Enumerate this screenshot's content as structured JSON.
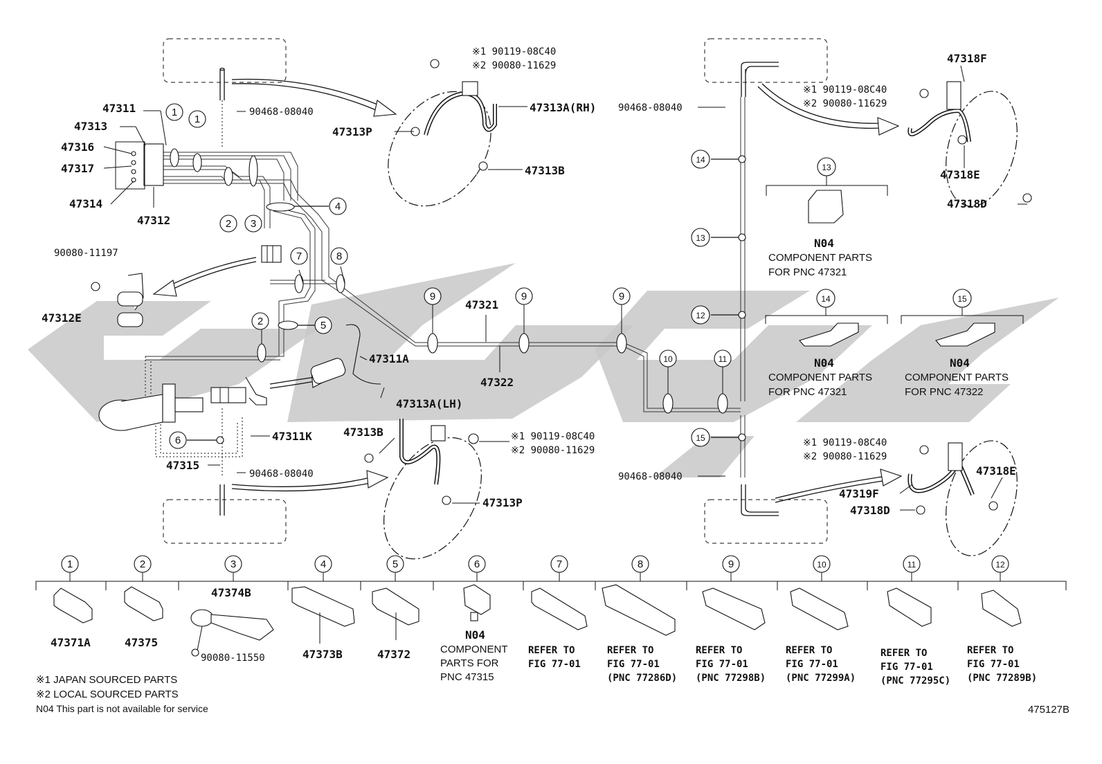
{
  "callouts": {
    "c47311": "47311",
    "c47313": "47313",
    "c47316": "47316",
    "c47317": "47317",
    "c47314": "47314",
    "c47312": "47312",
    "c90080_11197": "90080-11197",
    "c47312E": "47312E",
    "c90468_top_left": "90468-08040",
    "c47313A_RH": "47313A(RH)",
    "c47313P_top": "47313P",
    "c47313B_top": "47313B",
    "c_j1_top": "※1 90119-08C40",
    "c_j2_top": "※2 90080-11629",
    "c47311A": "47311A",
    "c47313A_LH": "47313A(LH)",
    "c47313B_bot": "47313B",
    "c_j1_mid": "※1 90119-08C40",
    "c_j2_mid": "※2 90080-11629",
    "c47313P_bot": "47313P",
    "c47311K": "47311K",
    "c47315": "47315",
    "c90468_bot_left": "90468-08040",
    "c47321": "47321",
    "c47322": "47322",
    "c90468_top_right": "90468-08040",
    "c90468_bot_right": "90468-08040",
    "c47318F": "47318F",
    "c_j1_tr": "※1 90119-08C40",
    "c_j2_tr": "※2 90080-11629",
    "c47318E_top": "47318E",
    "c47318D_top": "47318D",
    "c_j1_br": "※1 90119-08C40",
    "c_j2_br": "※2 90080-11629",
    "c47318E_bot": "47318E",
    "c47319F": "47319F",
    "c47318D_bot": "47318D"
  },
  "clamp_numbers": {
    "n1a": "1",
    "n1b": "1",
    "n2a": "2",
    "n3": "3",
    "n4": "4",
    "n7": "7",
    "n8": "8",
    "n2b": "2",
    "n5": "5",
    "n6": "6",
    "n9a": "9",
    "n9b": "9",
    "n9c": "9",
    "n10": "10",
    "n11": "11",
    "n14": "14",
    "n13": "13",
    "n12": "12",
    "n15": "15"
  },
  "detail_boxes": {
    "b13": {
      "num": "13",
      "code": "N04",
      "l1": "COMPONENT PARTS",
      "l2": "FOR PNC 47321"
    },
    "b14": {
      "num": "14",
      "code": "N04",
      "l1": "COMPONENT PARTS",
      "l2": "FOR PNC 47321"
    },
    "b15": {
      "num": "15",
      "code": "N04",
      "l1": "COMPONENT PARTS",
      "l2": "FOR PNC 47322"
    }
  },
  "legend_row": [
    {
      "num": "1",
      "l1": "47371A"
    },
    {
      "num": "2",
      "l1": "47375"
    },
    {
      "num": "3",
      "l1": "47374B",
      "l2": "90080-11550"
    },
    {
      "num": "4",
      "l1": "47373B"
    },
    {
      "num": "5",
      "l1": "47372"
    },
    {
      "num": "6",
      "l1": "N04",
      "l2": "COMPONENT",
      "l3": "PARTS FOR",
      "l4": "PNC 47315"
    },
    {
      "num": "7",
      "l1": "REFER TO",
      "l2": "FIG 77-01"
    },
    {
      "num": "8",
      "l1": "REFER TO",
      "l2": "FIG 77-01",
      "l3": "(PNC 77286D)"
    },
    {
      "num": "9",
      "l1": "REFER TO",
      "l2": "FIG 77-01",
      "l3": "(PNC 77298B)"
    },
    {
      "num": "10",
      "l1": "REFER TO",
      "l2": "FIG 77-01",
      "l3": "(PNC 77299A)"
    },
    {
      "num": "11",
      "l1": "REFER TO",
      "l2": "FIG 77-01",
      "l3": "(PNC 77295C)"
    },
    {
      "num": "12",
      "l1": "REFER TO",
      "l2": "FIG 77-01",
      "l3": "(PNC 77289B)"
    }
  ],
  "notes": {
    "n1": "※1 JAPAN SOURCED PARTS",
    "n2": "※2 LOCAL SOURCED PARTS",
    "n3": "N04 This part is not available for service"
  },
  "figure_id": "475127B"
}
